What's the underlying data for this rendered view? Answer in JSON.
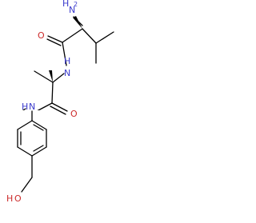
{
  "molecule": {
    "atoms": {
      "amine_n": {
        "label": "N",
        "sub_label": "H",
        "sub_count": "2"
      },
      "amide_n1": {
        "label": "N",
        "sub_label": "H"
      },
      "amide_n2": {
        "label": "N",
        "sub_label": "H"
      },
      "oxygen1": {
        "label": "O"
      },
      "oxygen2": {
        "label": "O"
      },
      "hydroxyl": {
        "label": "O",
        "sub_label": "H"
      }
    },
    "colors": {
      "bond": "#000000",
      "nitrogen": "#3a3acc",
      "oxygen": "#cc2a2a",
      "background": "#ffffff"
    }
  }
}
